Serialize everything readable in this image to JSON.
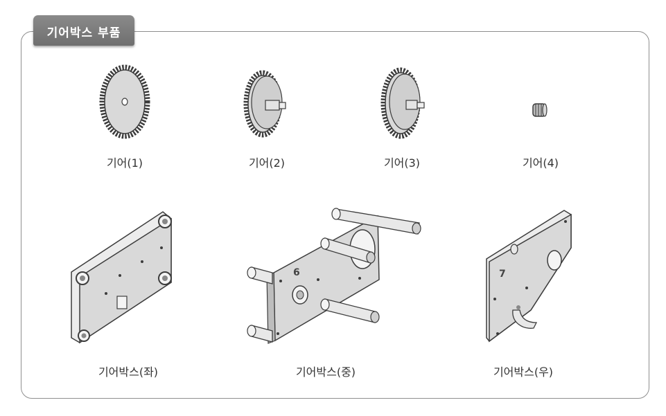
{
  "section": {
    "title": "기어박스 부품"
  },
  "parts_row1": [
    {
      "label": "기어(1)",
      "icon": "large-gear-icon"
    },
    {
      "label": "기어(2)",
      "icon": "gear-with-shaft-icon"
    },
    {
      "label": "기어(3)",
      "icon": "gear-with-shaft-icon"
    },
    {
      "label": "기어(4)",
      "icon": "small-pinion-gear-icon"
    }
  ],
  "parts_row2": [
    {
      "label": "기어박스(좌)",
      "icon": "gearbox-left-plate-icon"
    },
    {
      "label": "기어박스(중)",
      "icon": "gearbox-middle-plate-icon",
      "marking": "6"
    },
    {
      "label": "기어박스(우)",
      "icon": "gearbox-right-plate-icon",
      "marking": "7"
    }
  ],
  "colors": {
    "tab": "#7d7d7d",
    "frame": "#8e8e8e",
    "part_fill": "#d9d9d9",
    "part_stroke": "#3c3c3c"
  }
}
